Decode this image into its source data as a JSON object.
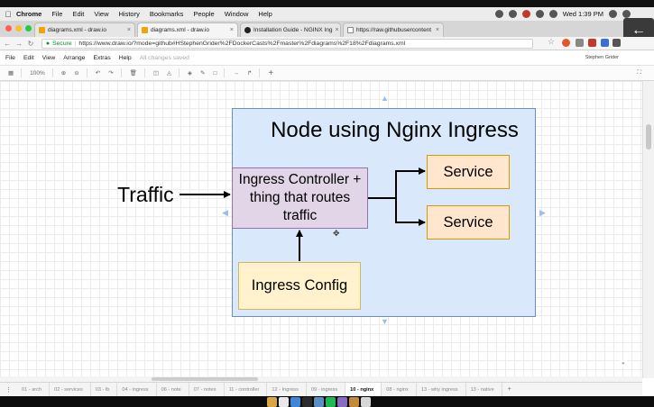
{
  "menubar": {
    "app": "Chrome",
    "items": [
      "File",
      "Edit",
      "View",
      "History",
      "Bookmarks",
      "People",
      "Window",
      "Help"
    ],
    "clock": "Wed 1:39 PM"
  },
  "browser": {
    "tabs": [
      {
        "title": "diagrams.xml - draw.io",
        "active": false
      },
      {
        "title": "diagrams.xml - draw.io",
        "active": true
      },
      {
        "title": "Installation Guide - NGINX Ing",
        "active": false
      },
      {
        "title": "https://raw.githubusercontent",
        "active": false
      }
    ],
    "address": {
      "secure_label": "Secure",
      "url": "https://www.draw.io/?mode=github#HStephenGrider%2FDockerCasts%2Fmaster%2Fdiagrams%2F18%2Fdiagrams.xml"
    }
  },
  "drawio": {
    "menu": [
      "File",
      "Edit",
      "View",
      "Arrange",
      "Extras",
      "Help"
    ],
    "save_status": "All changes saved",
    "user": "Stephen Grider",
    "zoom": "100%",
    "diagram": {
      "title": "Node using Nginx Ingress",
      "traffic_label": "Traffic",
      "ingress_controller": "Ingress Controller + thing that routes traffic",
      "service_1": "Service",
      "service_2": "Service",
      "ingress_config": "Ingress Config"
    },
    "pages": [
      "01 - arch",
      "02 - services",
      "03 - lb",
      "04 - ingress",
      "06 - note",
      "07 - notes",
      "11 - controller",
      "12 - Ingress",
      "09 - ingress",
      "10 - nginx",
      "08 - nginx",
      "13 - why ingress",
      "13 - native"
    ],
    "active_page": "10 - nginx"
  },
  "colors": {
    "container_fill": "#dae8fc",
    "container_stroke": "#6c8ebf",
    "controller_fill": "#e1d5e7",
    "controller_stroke": "#9673a6",
    "service_fill": "#ffe6cc",
    "service_stroke": "#d79b00",
    "config_fill": "#fff2cc",
    "config_stroke": "#d6b656"
  }
}
